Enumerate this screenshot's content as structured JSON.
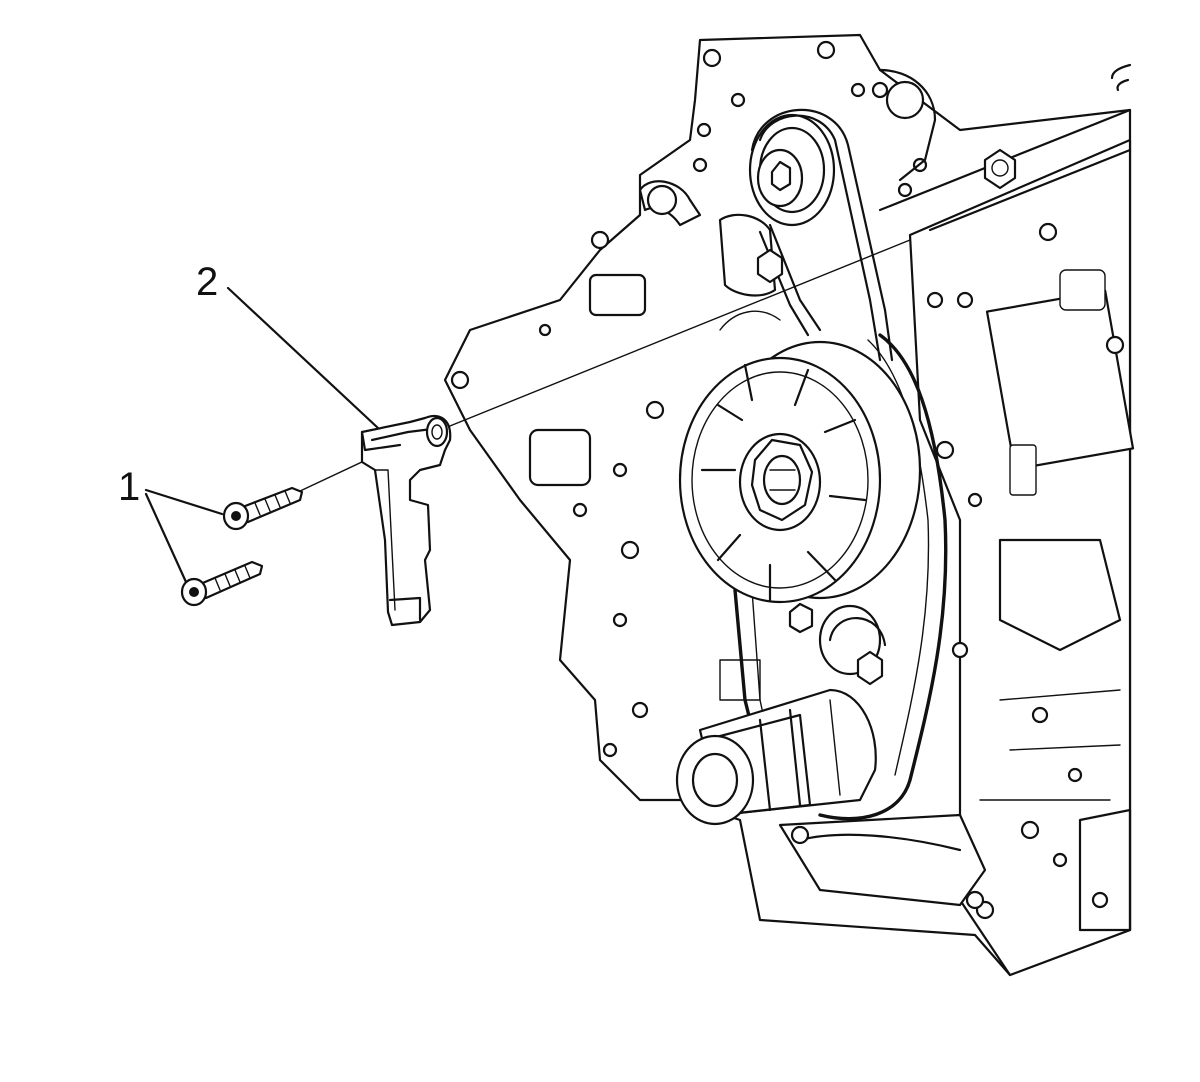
{
  "callouts": [
    {
      "id": "1",
      "label": "1"
    },
    {
      "id": "2",
      "label": "2"
    }
  ],
  "colors": {
    "line": "#111111",
    "background": "#ffffff"
  }
}
